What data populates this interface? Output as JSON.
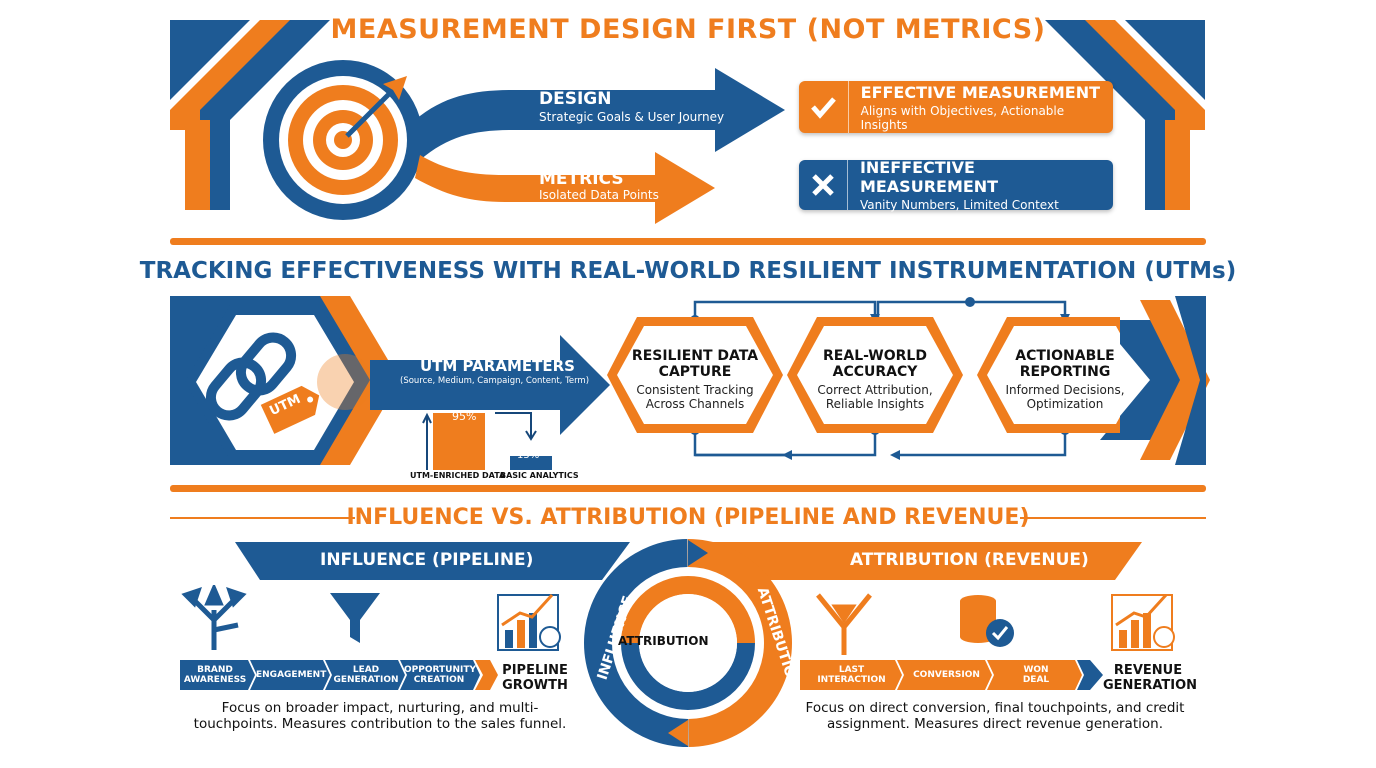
{
  "section1": {
    "title": "MEASUREMENT DESIGN FIRST (NOT METRICS)",
    "design": {
      "label": "DESIGN",
      "sub": "Strategic Goals & User Journey"
    },
    "metrics": {
      "label": "METRICS",
      "sub": "Isolated Data Points"
    },
    "effective": {
      "title": "EFFECTIVE MEASUREMENT",
      "sub": "Aligns with Objectives, Actionable Insights",
      "icon": "check-icon"
    },
    "ineffective": {
      "title": "INEFFECTIVE MEASUREMENT",
      "sub": "Vanity Numbers, Limited Context",
      "icon": "x-icon"
    }
  },
  "section2": {
    "title": "TRACKING EFFECTIVENESS WITH REAL-WORLD RESILIENT INSTRUMENTATION (UTMs)",
    "utm_tag": "UTM",
    "utm": {
      "label": "UTM PARAMETERS",
      "sub": "(Source, Medium, Campaign, Content, Term)"
    },
    "bars": {
      "values": [
        95,
        15
      ],
      "labels": [
        "95%",
        "15%"
      ],
      "categories": [
        "UTM-ENRICHED DATA",
        "BASIC ANALYTICS"
      ]
    },
    "hexes": [
      {
        "title": "RESILIENT DATA CAPTURE",
        "sub": "Consistent Tracking Across Channels"
      },
      {
        "title": "REAL-WORLD ACCURACY",
        "sub": "Correct Attribution, Reliable Insights"
      },
      {
        "title": "ACTIONABLE REPORTING",
        "sub": "Informed Decisions, Optimization"
      }
    ]
  },
  "section3": {
    "title": "INFLUENCE VS. ATTRIBUTION (PIPELINE AND REVENUE)",
    "influence": {
      "banner": "INFLUENCE (PIPELINE)",
      "steps": [
        "BRAND AWARENESS",
        "ENGAGEMENT",
        "LEAD GENERATION",
        "OPPORTUNITY CREATION"
      ],
      "result": "PIPELINE GROWTH",
      "desc": "Focus on broader impact, nurturing, and multi-touchpoints. Measures contribution to the sales funnel."
    },
    "attribution": {
      "banner": "ATTRIBUTION (REVENUE)",
      "steps": [
        "LAST INTERACTION",
        "CONVERSION",
        "WON DEAL"
      ],
      "result": "REVENUE GENERATION",
      "desc": "Focus on direct conversion, final touchpoints, and credit assignment. Measures direct revenue generation."
    },
    "cycle": {
      "center": "ATTRIBUTION",
      "left": "INFLUENCE",
      "right": "ATTRIBUTION"
    }
  },
  "colors": {
    "orange": "#ef7d1e",
    "blue": "#1e5a94",
    "dark_blue": "#16477a"
  }
}
